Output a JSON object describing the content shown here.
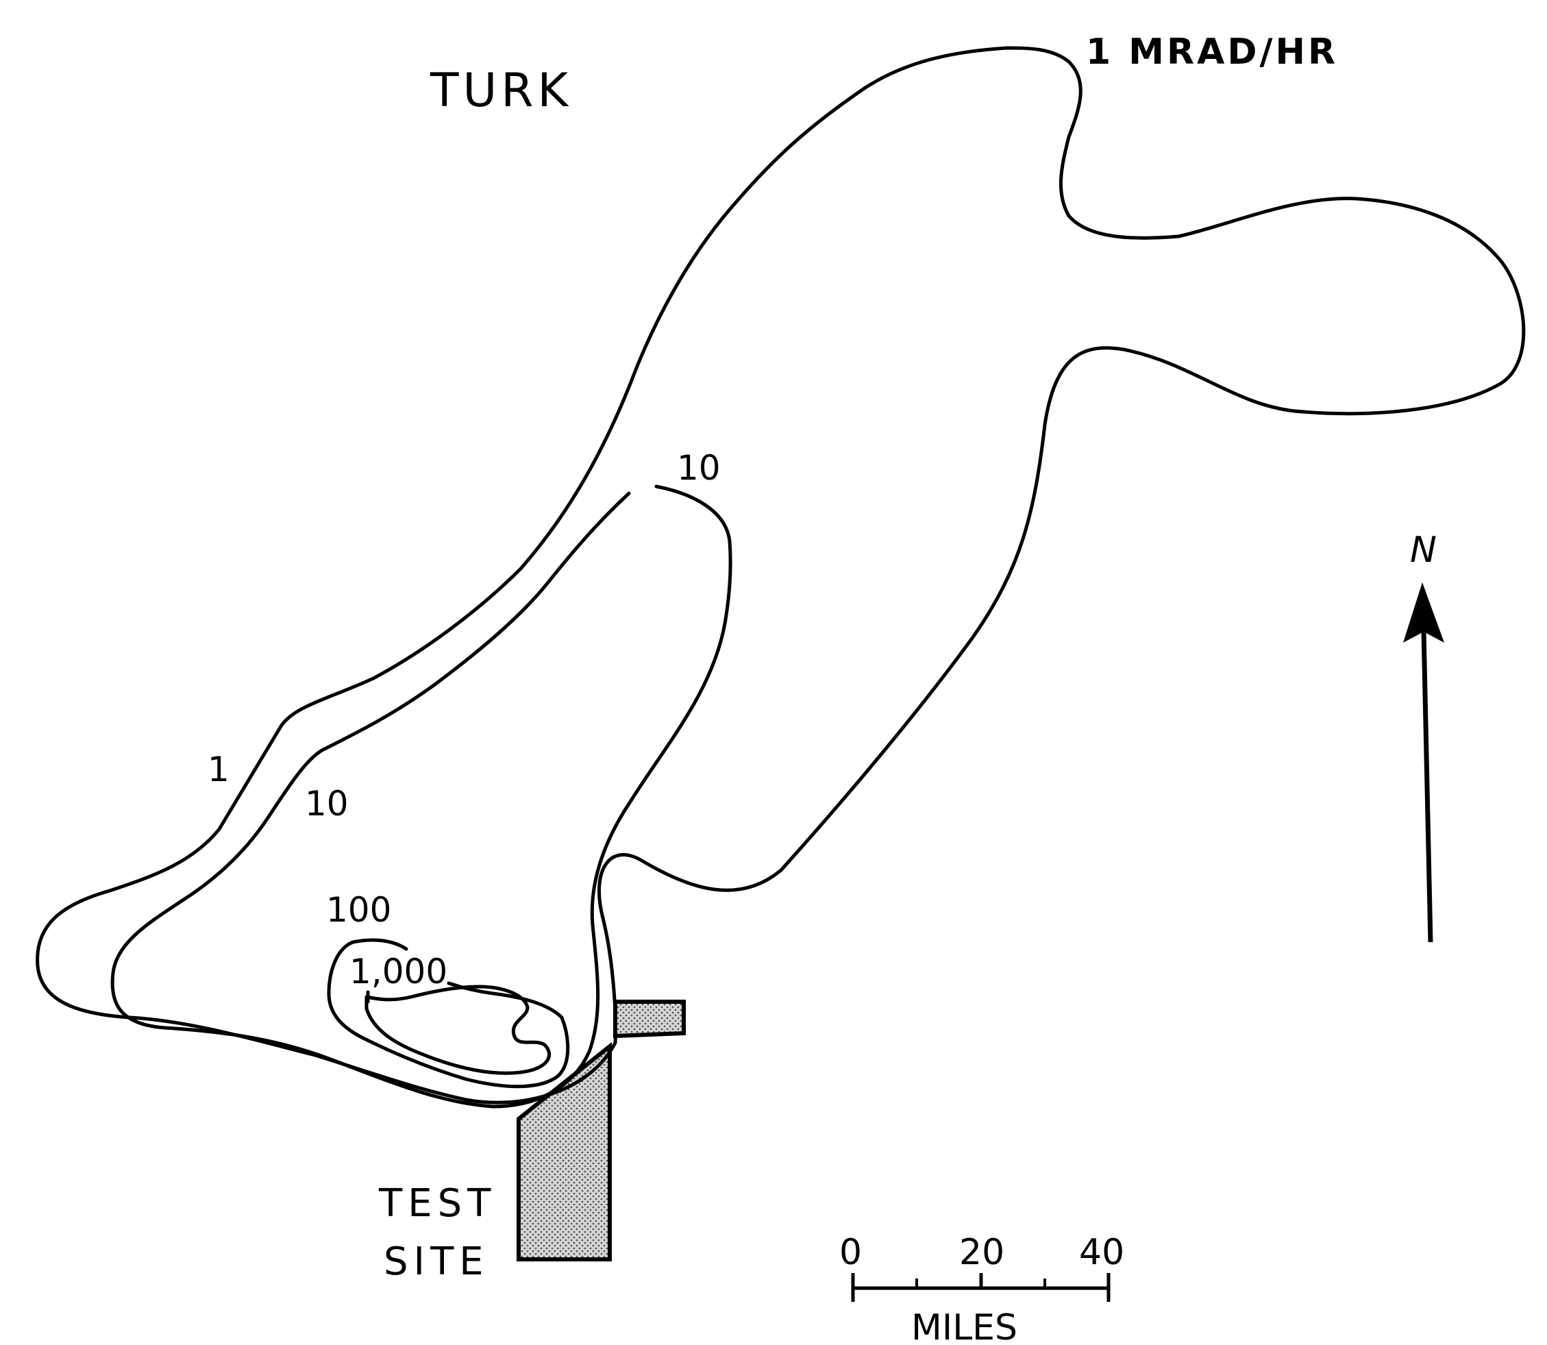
{
  "map": {
    "title": "TURK",
    "unit_label": "1 MRAD/HR",
    "contour_labels": {
      "outer_1": "1",
      "outer_10_top": "10",
      "outer_10_left": "10",
      "inner_100": "100",
      "inner_1000": "1,000"
    },
    "contour_levels_mrad_per_hr": [
      1,
      10,
      100,
      1000
    ],
    "test_site": {
      "line1": "TEST",
      "line2": "SITE",
      "fill": "#bdbdbd"
    },
    "scale_bar": {
      "tick0": "0",
      "tick20": "20",
      "tick40": "40",
      "unit": "MILES"
    },
    "north_arrow": {
      "label": "N"
    }
  }
}
